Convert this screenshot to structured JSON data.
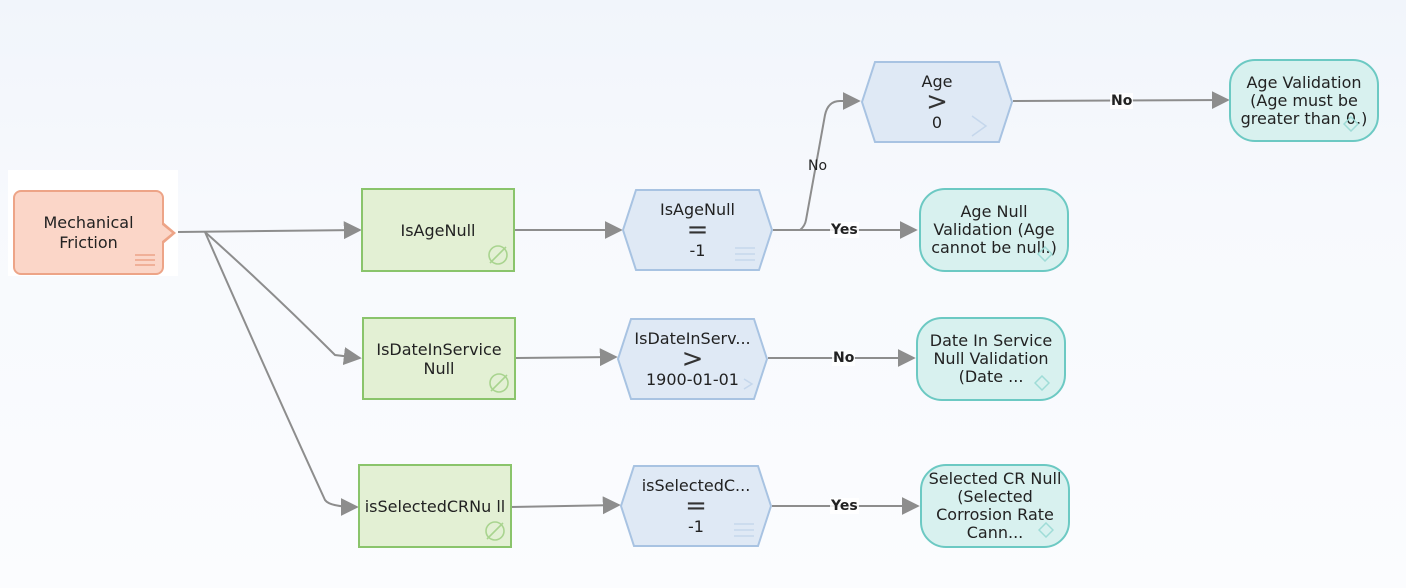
{
  "colors": {
    "start_fill": "#fbd6c8",
    "start_border": "#eda487",
    "action_fill": "#e3f0d4",
    "action_border": "#8ac46b",
    "condition_fill": "#dfe9f5",
    "condition_border": "#a8c3e2",
    "result_fill": "#d8f1ef",
    "result_border": "#6cc9c3",
    "edge": "#8d8d8d"
  },
  "start": {
    "label": "Mechanical Friction",
    "icon": "menu-lines-icon"
  },
  "actions": [
    {
      "label": "IsAgeNull",
      "icon": "null-icon"
    },
    {
      "label": "IsDateInService Null",
      "icon": "null-icon"
    },
    {
      "label": "isSelectedCRNu ll",
      "icon": "null-icon"
    }
  ],
  "conditions": [
    {
      "label": "Age",
      "operator": ">",
      "value": "0",
      "icon": "chevron-right-icon"
    },
    {
      "label": "IsAgeNull",
      "operator": "=",
      "value": "-1",
      "icon": "menu-lines-icon"
    },
    {
      "label": "IsDateInServ...",
      "operator": ">",
      "value": "1900-01-01",
      "icon": "chevron-right-icon"
    },
    {
      "label": "isSelectedC...",
      "operator": "=",
      "value": "-1",
      "icon": "menu-lines-icon"
    }
  ],
  "results": [
    {
      "label": "Age Validation (Age must be greater than 0.)",
      "icon": "diamond-icon"
    },
    {
      "label": "Age Null Validation (Age cannot be null.)",
      "icon": "diamond-icon"
    },
    {
      "label": "Date In Service Null Validation (Date ...",
      "icon": "diamond-icon"
    },
    {
      "label": "Selected CR Null (Selected Corrosion Rate Cann...",
      "icon": "diamond-icon"
    }
  ],
  "edge_labels": {
    "age_to_validation": "No",
    "isagenull_to_age": "No",
    "isagenull_to_null_validation": "Yes",
    "date_to_validation": "No",
    "cr_to_validation": "Yes"
  }
}
